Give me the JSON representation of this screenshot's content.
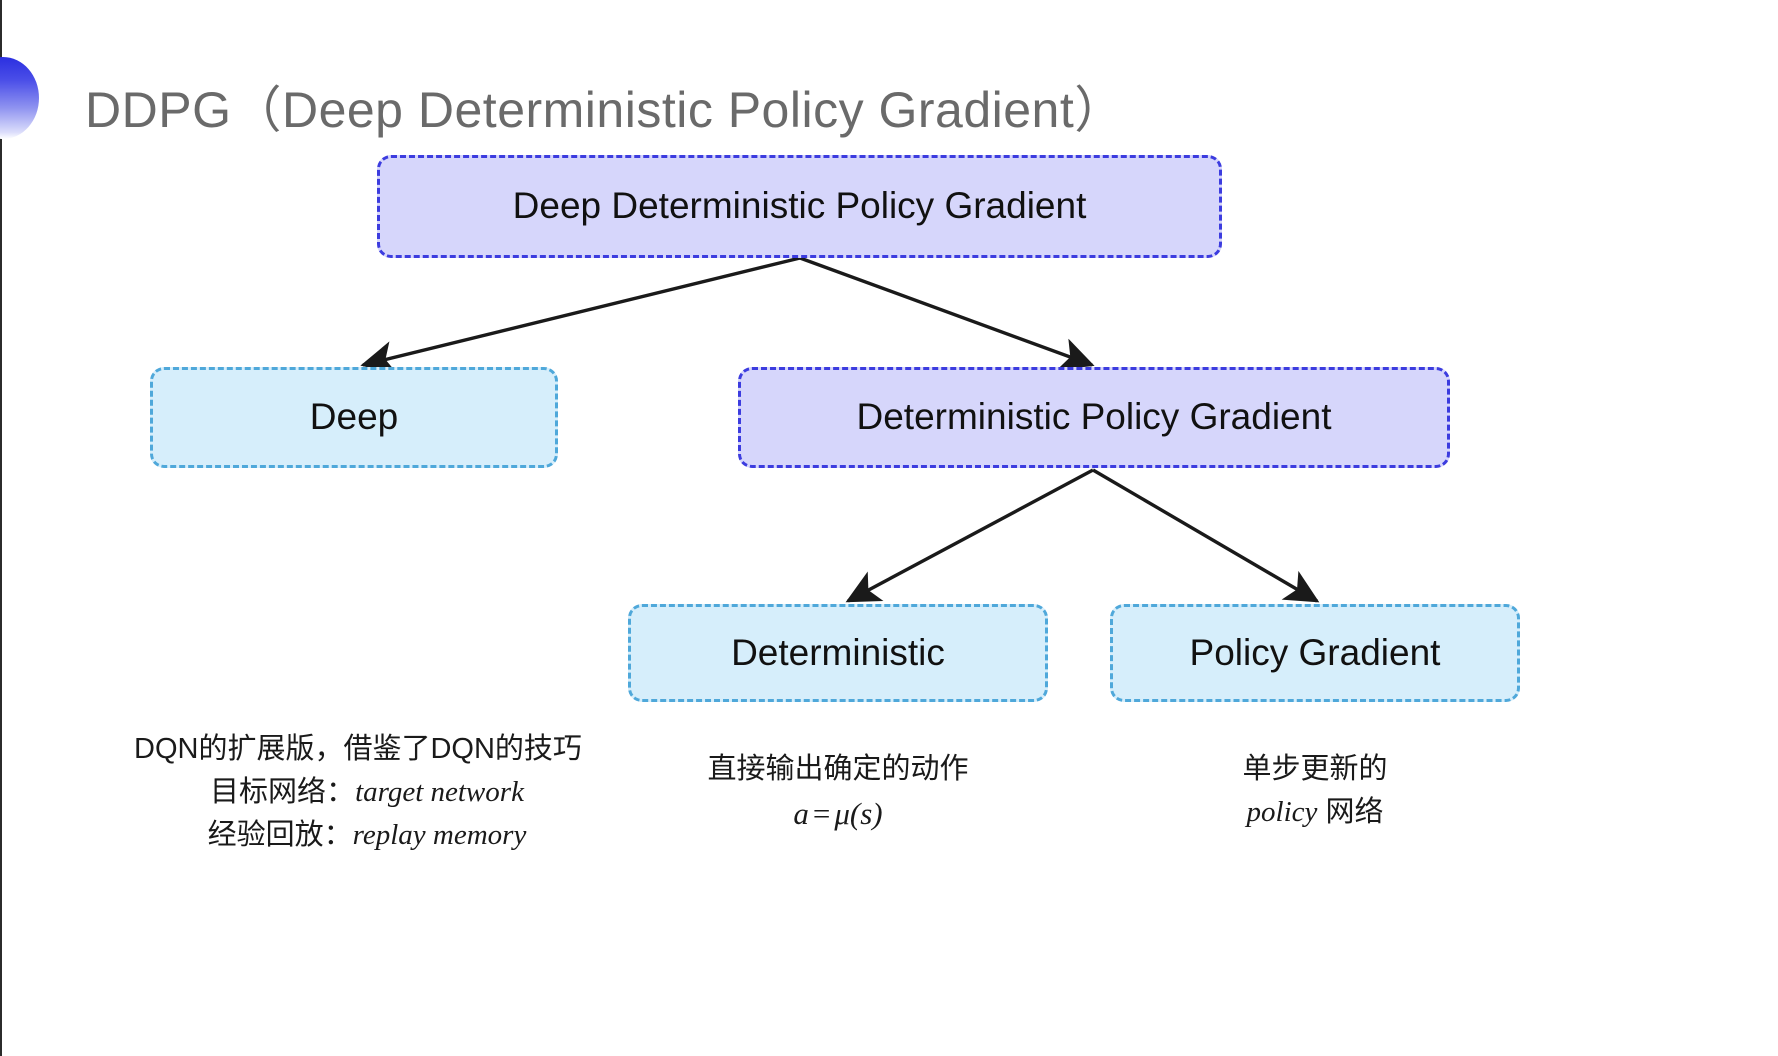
{
  "slide": {
    "title": "DDPG（Deep Deterministic Policy Gradient）",
    "background_color": "#ffffff",
    "title_color": "#6a6a6a",
    "bullet_gradient_from": "#2b2fe0",
    "bullet_gradient_to": "#ffffff"
  },
  "diagram": {
    "type": "tree",
    "node_fill_purple": "#d6d6fb",
    "node_border_purple": "#3c3cdf",
    "node_fill_cyan": "#d6eefb",
    "node_border_cyan": "#4fa8da",
    "arrow_color": "#1a1a1a",
    "nodes": {
      "root": {
        "label": "Deep Deterministic Policy Gradient",
        "style": "purple"
      },
      "deep": {
        "label": "Deep",
        "style": "cyan"
      },
      "dpg": {
        "label": "Deterministic Policy Gradient",
        "style": "purple"
      },
      "deterministic": {
        "label": "Deterministic",
        "style": "cyan"
      },
      "policy_gradient": {
        "label": "Policy Gradient",
        "style": "cyan"
      }
    },
    "edges": [
      {
        "from": "root",
        "to": "deep"
      },
      {
        "from": "root",
        "to": "dpg"
      },
      {
        "from": "dpg",
        "to": "deterministic"
      },
      {
        "from": "dpg",
        "to": "policy_gradient"
      }
    ]
  },
  "captions": {
    "deep": {
      "line1": "DQN的扩展版，借鉴了DQN的技巧",
      "line2_label": "目标网络：",
      "line2_term": "target network",
      "line3_label": "经验回放：",
      "line3_term": "replay memory"
    },
    "deterministic": {
      "line1": "直接输出确定的动作",
      "formula_lhs": "a",
      "formula_op": "=",
      "formula_rhs": "μ(s)"
    },
    "policy_gradient": {
      "line1": "单步更新的",
      "line2_term": "policy",
      "line2_suffix": " 网络"
    }
  }
}
